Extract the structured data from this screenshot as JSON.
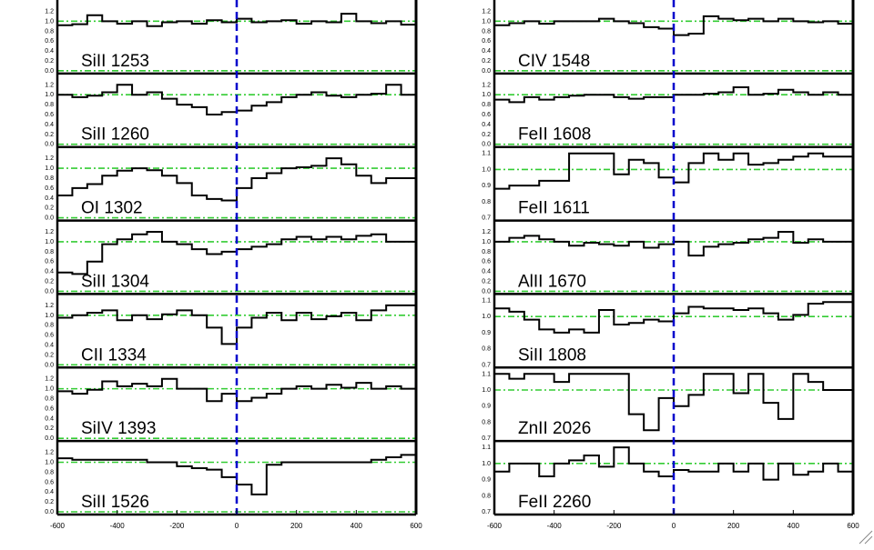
{
  "chart_data": {
    "type": "line",
    "x_range": [
      -600,
      600
    ],
    "x_ticks": [
      "-600",
      "-400",
      "-200",
      "0",
      "200",
      "400",
      "600"
    ],
    "colors": {
      "spectrum": "#000000",
      "zero_velocity": "#0000cc",
      "reference_lines": "#33cc33"
    },
    "line_styles": {
      "zero_velocity": "dashed",
      "reference_lines": "dash-dot",
      "spectrum": "step"
    },
    "columns": [
      [
        {
          "label": "SiII 1253",
          "ylim": [
            0.0,
            1.3
          ],
          "y_ticks": [
            "0.0",
            "0.2",
            "0.4",
            "0.6",
            "0.8",
            "1.0",
            "1.2"
          ],
          "ref_lines": [
            0.0,
            1.0
          ],
          "x": [
            -600,
            -550,
            -500,
            -450,
            -400,
            -350,
            -300,
            -250,
            -200,
            -150,
            -100,
            -50,
            0,
            50,
            100,
            150,
            200,
            250,
            300,
            350,
            400,
            450,
            500,
            550,
            600
          ],
          "y": [
            0.92,
            0.94,
            1.12,
            1.0,
            0.95,
            1.0,
            0.9,
            0.98,
            1.0,
            0.95,
            1.02,
            0.98,
            1.05,
            0.98,
            1.0,
            1.02,
            0.95,
            1.0,
            0.98,
            1.15,
            1.0,
            0.96,
            1.0,
            0.93,
            0.93
          ]
        },
        {
          "label": "SiII 1260",
          "ylim": [
            0.0,
            1.3
          ],
          "y_ticks": [
            "0.0",
            "0.2",
            "0.4",
            "0.6",
            "0.8",
            "1.0",
            "1.2"
          ],
          "ref_lines": [
            0.0,
            1.0
          ],
          "x": [
            -600,
            -550,
            -500,
            -450,
            -400,
            -350,
            -300,
            -250,
            -200,
            -150,
            -100,
            -50,
            0,
            50,
            100,
            150,
            200,
            250,
            300,
            350,
            400,
            450,
            500,
            550,
            600
          ],
          "y": [
            1.0,
            0.95,
            0.98,
            1.05,
            1.2,
            1.0,
            1.05,
            0.92,
            0.8,
            0.75,
            0.6,
            0.65,
            0.68,
            0.78,
            0.85,
            0.95,
            1.0,
            1.05,
            0.98,
            0.95,
            1.0,
            1.02,
            1.2,
            1.0,
            1.0
          ]
        },
        {
          "label": "OI 1302",
          "ylim": [
            0.0,
            1.3
          ],
          "y_ticks": [
            "0.0",
            "0.2",
            "0.4",
            "0.6",
            "0.8",
            "1.0",
            "1.2"
          ],
          "ref_lines": [
            0.0,
            1.0
          ],
          "x": [
            -600,
            -550,
            -500,
            -450,
            -400,
            -350,
            -300,
            -250,
            -200,
            -150,
            -100,
            -50,
            0,
            50,
            100,
            150,
            200,
            250,
            300,
            350,
            400,
            450,
            500,
            550,
            600
          ],
          "y": [
            0.45,
            0.6,
            0.68,
            0.85,
            0.95,
            1.0,
            0.96,
            0.85,
            0.7,
            0.45,
            0.38,
            0.35,
            0.6,
            0.8,
            0.9,
            1.0,
            1.02,
            1.05,
            1.2,
            1.08,
            0.85,
            0.7,
            0.8,
            0.8,
            0.8
          ]
        },
        {
          "label": "SiII 1304",
          "ylim": [
            0.0,
            1.3
          ],
          "y_ticks": [
            "0.0",
            "0.2",
            "0.4",
            "0.6",
            "0.8",
            "1.0",
            "1.2"
          ],
          "ref_lines": [
            0.0,
            1.0
          ],
          "x": [
            -600,
            -550,
            -500,
            -450,
            -400,
            -350,
            -300,
            -250,
            -200,
            -150,
            -100,
            -50,
            0,
            50,
            100,
            150,
            200,
            250,
            300,
            350,
            400,
            450,
            500,
            550,
            600
          ],
          "y": [
            0.38,
            0.35,
            0.6,
            0.95,
            1.05,
            1.15,
            1.2,
            1.0,
            0.95,
            0.85,
            0.75,
            0.8,
            0.85,
            0.9,
            0.95,
            1.05,
            1.1,
            1.05,
            1.1,
            1.05,
            1.12,
            1.15,
            1.0,
            1.0,
            1.0
          ]
        },
        {
          "label": "CII 1334",
          "ylim": [
            0.0,
            1.3
          ],
          "y_ticks": [
            "0.0",
            "0.2",
            "0.4",
            "0.6",
            "0.8",
            "1.0",
            "1.2"
          ],
          "ref_lines": [
            0.0,
            1.0
          ],
          "x": [
            -600,
            -550,
            -500,
            -450,
            -400,
            -350,
            -300,
            -250,
            -200,
            -150,
            -100,
            -50,
            0,
            50,
            100,
            150,
            200,
            250,
            300,
            350,
            400,
            450,
            500,
            550,
            600
          ],
          "y": [
            0.95,
            1.0,
            1.05,
            1.1,
            0.9,
            1.0,
            0.92,
            1.02,
            1.1,
            1.0,
            0.75,
            0.42,
            0.75,
            0.95,
            1.05,
            0.9,
            1.05,
            0.92,
            0.98,
            1.05,
            0.9,
            1.1,
            1.2,
            1.2,
            1.2
          ]
        },
        {
          "label": "SiIV 1393",
          "ylim": [
            0.0,
            1.3
          ],
          "y_ticks": [
            "0.0",
            "0.2",
            "0.4",
            "0.6",
            "0.8",
            "1.0",
            "1.2"
          ],
          "ref_lines": [
            0.0,
            1.0
          ],
          "x": [
            -600,
            -550,
            -500,
            -450,
            -400,
            -350,
            -300,
            -250,
            -200,
            -150,
            -100,
            -50,
            0,
            50,
            100,
            150,
            200,
            250,
            300,
            350,
            400,
            450,
            500,
            550,
            600
          ],
          "y": [
            0.95,
            0.9,
            0.98,
            1.15,
            1.05,
            1.1,
            1.05,
            1.2,
            1.0,
            1.0,
            0.75,
            0.9,
            0.75,
            0.82,
            0.9,
            1.0,
            1.05,
            1.0,
            1.08,
            1.02,
            1.12,
            1.0,
            1.05,
            1.0,
            1.0
          ]
        },
        {
          "label": "SiII 1526",
          "ylim": [
            0.0,
            1.3
          ],
          "y_ticks": [
            "0.0",
            "0.2",
            "0.4",
            "0.6",
            "0.8",
            "1.0",
            "1.2"
          ],
          "ref_lines": [
            0.0,
            1.0
          ],
          "x": [
            -600,
            -550,
            -500,
            -450,
            -400,
            -350,
            -300,
            -250,
            -200,
            -150,
            -100,
            -50,
            0,
            50,
            100,
            150,
            200,
            250,
            300,
            350,
            400,
            450,
            500,
            550,
            600
          ],
          "y": [
            1.08,
            1.05,
            1.05,
            1.05,
            1.05,
            1.05,
            1.0,
            1.0,
            0.92,
            0.88,
            0.85,
            0.7,
            0.55,
            0.35,
            0.95,
            1.0,
            1.0,
            1.0,
            1.0,
            1.0,
            1.0,
            1.05,
            1.1,
            1.15,
            1.15
          ]
        }
      ],
      [
        {
          "label": "CIV 1548",
          "ylim": [
            0.0,
            1.3
          ],
          "y_ticks": [
            "0.0",
            "0.2",
            "0.4",
            "0.6",
            "0.8",
            "1.0",
            "1.2"
          ],
          "ref_lines": [
            0.0,
            1.0
          ],
          "x": [
            -600,
            -550,
            -500,
            -450,
            -400,
            -350,
            -300,
            -250,
            -200,
            -150,
            -100,
            -50,
            0,
            50,
            100,
            150,
            200,
            250,
            300,
            350,
            400,
            450,
            500,
            550,
            600
          ],
          "y": [
            0.92,
            0.96,
            1.0,
            0.95,
            1.0,
            1.0,
            1.0,
            1.05,
            1.0,
            0.96,
            0.88,
            0.85,
            0.72,
            0.75,
            1.1,
            1.05,
            1.02,
            1.05,
            1.0,
            1.05,
            1.0,
            0.98,
            1.0,
            0.95,
            0.95
          ]
        },
        {
          "label": "FeII 1608",
          "ylim": [
            0.0,
            1.3
          ],
          "y_ticks": [
            "0.0",
            "0.2",
            "0.4",
            "0.6",
            "0.8",
            "1.0",
            "1.2"
          ],
          "ref_lines": [
            0.0,
            1.0
          ],
          "x": [
            -600,
            -550,
            -500,
            -450,
            -400,
            -350,
            -300,
            -250,
            -200,
            -150,
            -100,
            -50,
            0,
            50,
            100,
            150,
            200,
            250,
            300,
            350,
            400,
            450,
            500,
            550,
            600
          ],
          "y": [
            0.9,
            0.85,
            0.95,
            0.9,
            0.95,
            0.98,
            1.0,
            1.0,
            0.95,
            0.92,
            0.95,
            0.95,
            1.0,
            1.0,
            1.02,
            1.05,
            1.15,
            1.0,
            1.02,
            1.1,
            1.05,
            1.0,
            1.05,
            1.0,
            1.0
          ]
        },
        {
          "label": "FeII 1611",
          "ylim": [
            0.7,
            1.1
          ],
          "y_ticks": [
            "0.7",
            "0.8",
            "0.9",
            "1.0",
            "1.1"
          ],
          "ref_lines": [
            1.0
          ],
          "x": [
            -600,
            -550,
            -500,
            -450,
            -400,
            -350,
            -300,
            -250,
            -200,
            -150,
            -100,
            -50,
            0,
            50,
            100,
            150,
            200,
            250,
            300,
            350,
            400,
            450,
            500,
            550,
            600
          ],
          "y": [
            0.88,
            0.9,
            0.9,
            0.93,
            0.93,
            1.1,
            1.1,
            1.1,
            0.97,
            1.06,
            1.04,
            0.95,
            0.92,
            1.04,
            1.1,
            1.06,
            1.1,
            1.03,
            1.04,
            1.06,
            1.08,
            1.1,
            1.08,
            1.08,
            1.08
          ]
        },
        {
          "label": "AlII 1670",
          "ylim": [
            0.0,
            1.3
          ],
          "y_ticks": [
            "0.0",
            "0.2",
            "0.4",
            "0.6",
            "0.8",
            "1.0",
            "1.2"
          ],
          "ref_lines": [
            0.0,
            1.0
          ],
          "x": [
            -600,
            -550,
            -500,
            -450,
            -400,
            -350,
            -300,
            -250,
            -200,
            -150,
            -100,
            -50,
            0,
            50,
            100,
            150,
            200,
            250,
            300,
            350,
            400,
            450,
            500,
            550,
            600
          ],
          "y": [
            1.0,
            1.08,
            1.12,
            1.05,
            1.0,
            0.92,
            0.98,
            0.95,
            0.92,
            1.0,
            0.88,
            0.95,
            1.0,
            0.72,
            0.9,
            0.95,
            0.98,
            1.05,
            1.08,
            1.2,
            0.98,
            1.05,
            1.0,
            1.0,
            1.0
          ]
        },
        {
          "label": "SiII 1808",
          "ylim": [
            0.7,
            1.1
          ],
          "y_ticks": [
            "0.7",
            "0.8",
            "0.9",
            "1.0",
            "1.1"
          ],
          "ref_lines": [
            1.0
          ],
          "x": [
            -600,
            -550,
            -500,
            -450,
            -400,
            -350,
            -300,
            -250,
            -200,
            -150,
            -100,
            -50,
            0,
            50,
            100,
            150,
            200,
            250,
            300,
            350,
            400,
            450,
            500,
            550,
            600
          ],
          "y": [
            1.05,
            1.03,
            0.98,
            0.92,
            0.9,
            0.92,
            0.9,
            1.04,
            0.95,
            0.96,
            0.98,
            0.97,
            1.02,
            1.06,
            1.05,
            1.05,
            1.04,
            1.05,
            1.02,
            0.98,
            1.01,
            1.08,
            1.09,
            1.09,
            1.09
          ]
        },
        {
          "label": "ZnII 2026",
          "ylim": [
            0.7,
            1.1
          ],
          "y_ticks": [
            "0.7",
            "0.8",
            "0.9",
            "1.0",
            "1.1"
          ],
          "ref_lines": [
            1.0
          ],
          "x": [
            -600,
            -550,
            -500,
            -450,
            -400,
            -350,
            -300,
            -250,
            -200,
            -150,
            -100,
            -50,
            0,
            50,
            100,
            150,
            200,
            250,
            300,
            350,
            400,
            450,
            500,
            550,
            600
          ],
          "y": [
            1.1,
            1.07,
            1.1,
            1.1,
            1.05,
            1.1,
            1.1,
            1.1,
            1.1,
            0.85,
            0.75,
            0.95,
            0.9,
            0.97,
            1.1,
            1.1,
            0.98,
            1.1,
            0.92,
            0.82,
            1.1,
            1.05,
            1.0,
            1.0,
            1.0
          ]
        },
        {
          "label": "FeII 2260",
          "ylim": [
            0.7,
            1.1
          ],
          "y_ticks": [
            "0.7",
            "0.8",
            "0.9",
            "1.0",
            "1.1"
          ],
          "ref_lines": [
            1.0
          ],
          "x": [
            -600,
            -550,
            -500,
            -450,
            -400,
            -350,
            -300,
            -250,
            -200,
            -150,
            -100,
            -50,
            0,
            50,
            100,
            150,
            200,
            250,
            300,
            350,
            400,
            450,
            500,
            550,
            600
          ],
          "y": [
            0.95,
            1.0,
            1.0,
            0.92,
            1.0,
            1.02,
            1.05,
            0.98,
            1.1,
            1.0,
            0.95,
            0.92,
            0.96,
            0.95,
            0.95,
            1.0,
            0.95,
            1.0,
            0.9,
            1.0,
            0.93,
            0.95,
            1.0,
            0.95,
            0.95
          ]
        }
      ]
    ]
  }
}
